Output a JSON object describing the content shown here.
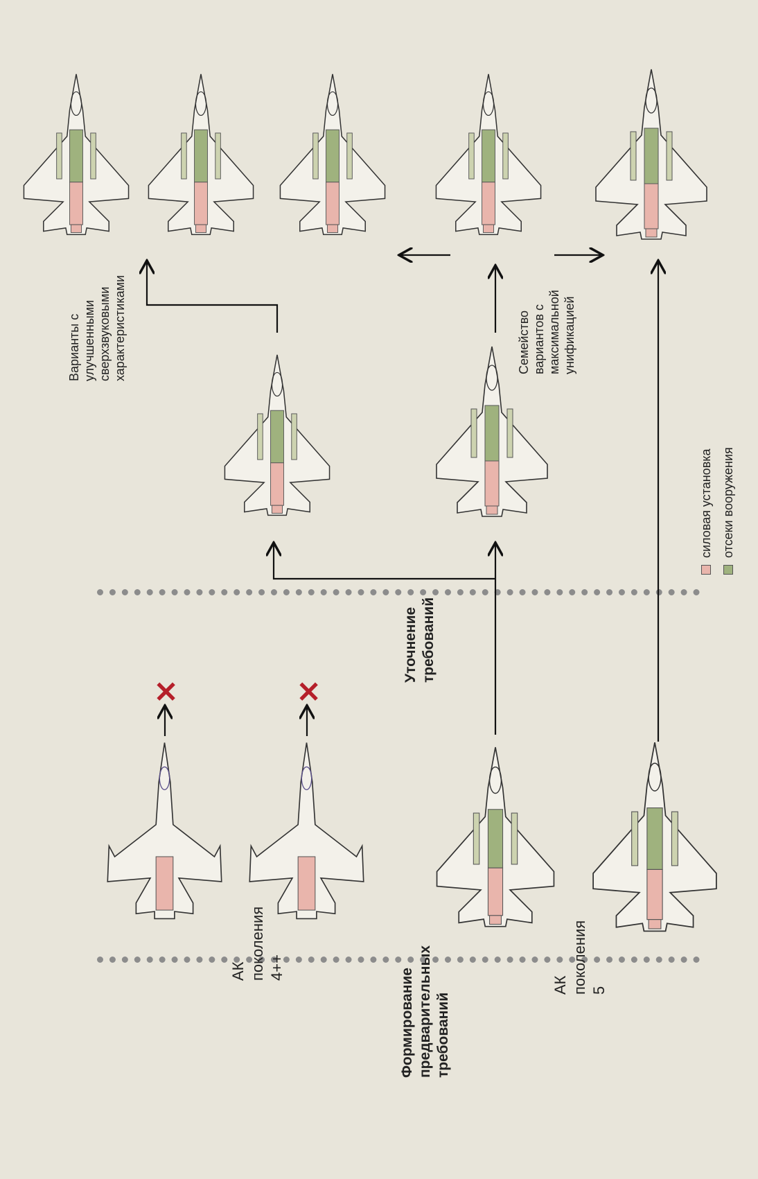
{
  "labels": {
    "stage1": "Формирование предварительных требований",
    "stage2": "Уточнение требований",
    "gen4": "АК поколения 4++",
    "gen5": "АК поколения 5",
    "supersonic": "Варианты с улучшенными сверхзвуковыми характеристиками",
    "family": "Семейство вариантов с максимальной унификацией"
  },
  "legend": [
    {
      "label": "силовая установка",
      "color": "#e9b5ac"
    },
    {
      "label": "отсеки вооружения",
      "color": "#9fb27e"
    }
  ],
  "colors": {
    "rejected": "#b51f2a",
    "engine": "#e9b5ac",
    "weapons": "#9fb27e"
  },
  "rejected_mark": "✕"
}
